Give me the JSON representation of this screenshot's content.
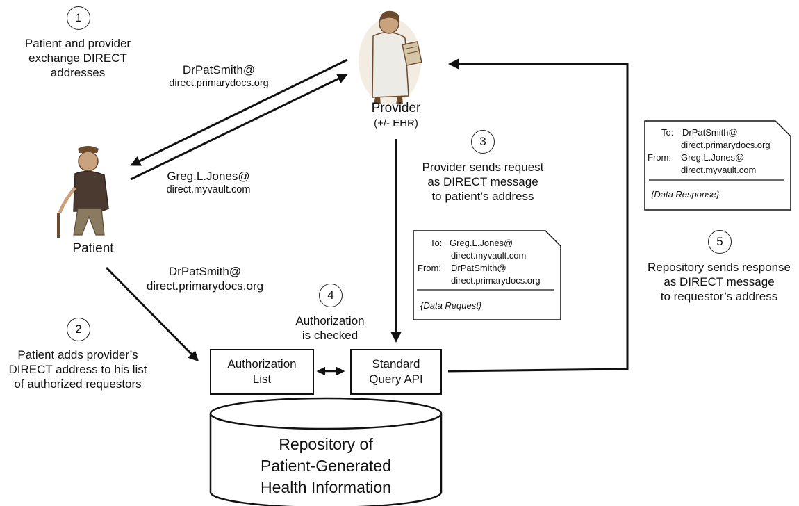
{
  "steps": {
    "s1": {
      "num": "1",
      "lines": [
        "Patient and provider",
        "exchange DIRECT",
        "addresses"
      ]
    },
    "s2": {
      "num": "2",
      "lines": [
        "Patient adds provider’s",
        "DIRECT address to his list",
        "of authorized requestors"
      ]
    },
    "s3": {
      "num": "3",
      "lines": [
        "Provider sends request",
        "as DIRECT message",
        "to patient’s address"
      ]
    },
    "s4": {
      "num": "4",
      "lines": [
        "Authorization",
        "is checked"
      ]
    },
    "s5": {
      "num": "5",
      "lines": [
        "Repository sends response",
        "as DIRECT message",
        "to requestor’s address"
      ]
    }
  },
  "actors": {
    "provider": {
      "label": "Provider",
      "sublabel": "(+/- EHR)"
    },
    "patient": {
      "label": "Patient"
    }
  },
  "addresses": {
    "provider_top": [
      "DrPatSmith@",
      "direct.primarydocs.org"
    ],
    "patient_mid": [
      "Greg.L.Jones@",
      "direct.myvault.com"
    ],
    "provider_lower": [
      "DrPatSmith@",
      "direct.primarydocs.org"
    ]
  },
  "boxes": {
    "auth_list": [
      "Authorization",
      "List"
    ],
    "query_api": [
      "Standard",
      "Query API"
    ]
  },
  "repository": {
    "lines": [
      "Repository of",
      "Patient-Generated",
      "Health Information"
    ]
  },
  "messages": {
    "request": {
      "to_label": "To:",
      "to": [
        "Greg.L.Jones@",
        "direct.myvault.com"
      ],
      "from_label": "From:",
      "from": [
        "DrPatSmith@",
        "direct.primarydocs.org"
      ],
      "body": "{Data Request}"
    },
    "response": {
      "to_label": "To:",
      "to": [
        "DrPatSmith@",
        "direct.primarydocs.org"
      ],
      "from_label": "From:",
      "from": [
        "Greg.L.Jones@",
        "direct.myvault.com"
      ],
      "body": "{Data Response}"
    }
  },
  "colors": {
    "line": "#111111",
    "skin": "#c9a27e",
    "brown": "#6b4a2e",
    "coat": "#ecebe6"
  }
}
